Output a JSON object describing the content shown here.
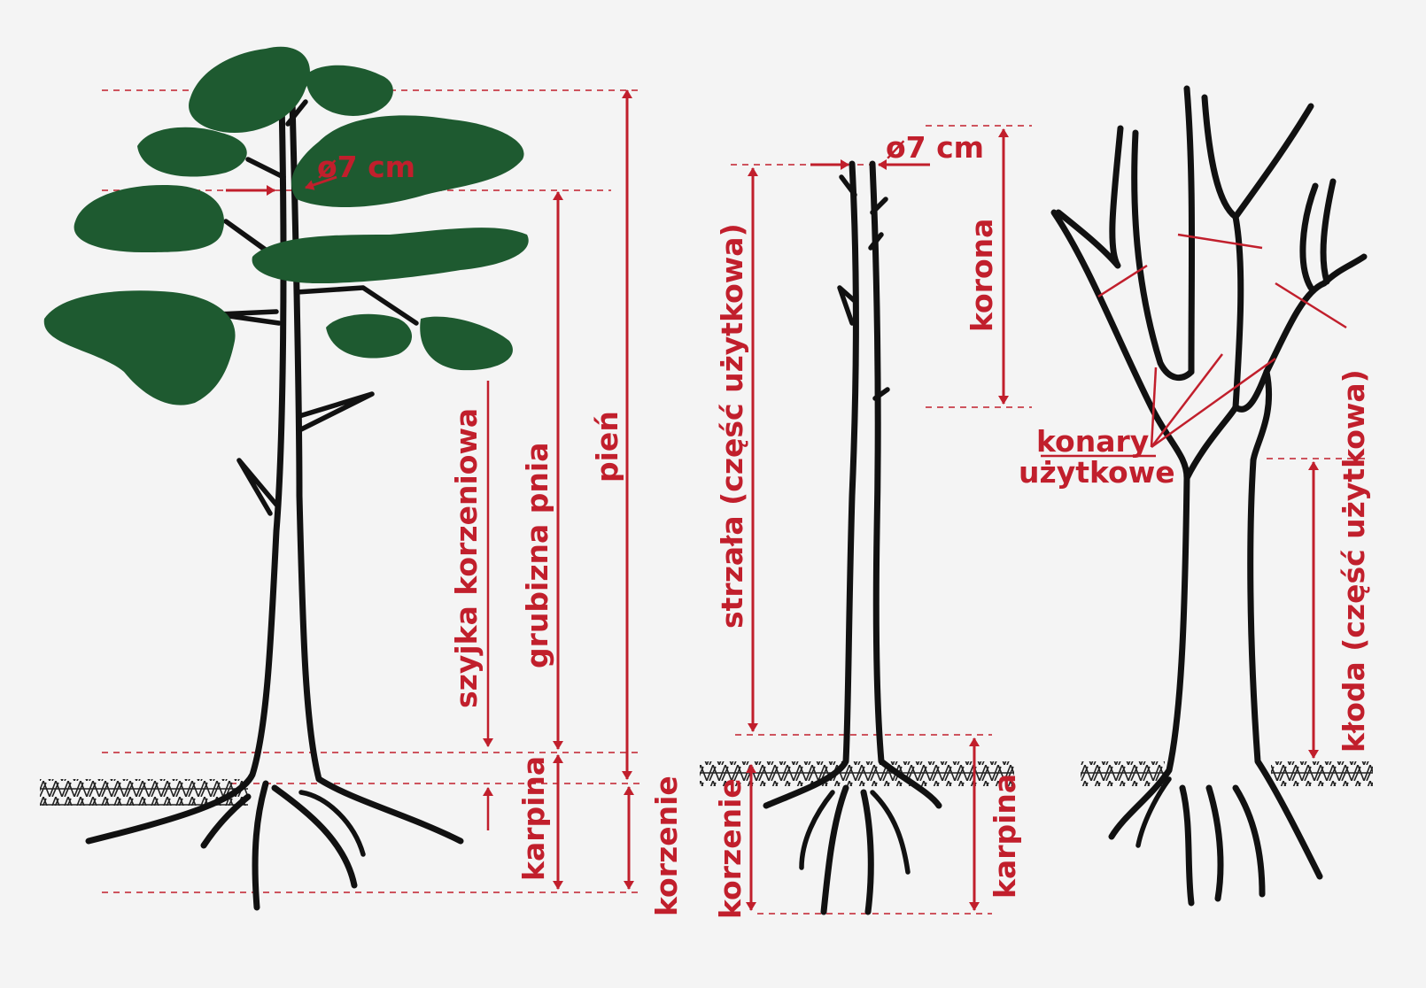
{
  "colors": {
    "background": "#f4f4f4",
    "annotation": "#c11f2c",
    "foliage": "#1e5a30",
    "outline": "#111111"
  },
  "tree1": {
    "diameter": "ø7 cm",
    "labels": {
      "szyjka": "szyjka korzeniowa",
      "grubizna": "grubizna pnia",
      "pien": "pień",
      "karpina": "karpina",
      "korzenie": "korzenie"
    }
  },
  "tree2": {
    "diameter": "ø7 cm",
    "labels": {
      "strzala": "strzała (część użytkowa)",
      "korona": "korona",
      "korzenie": "korzenie",
      "karpina": "karpina"
    }
  },
  "tree3": {
    "konary_line1": "konary",
    "konary_line2": "użytkowe",
    "kloda": "kłoda (część użytkowa)"
  }
}
